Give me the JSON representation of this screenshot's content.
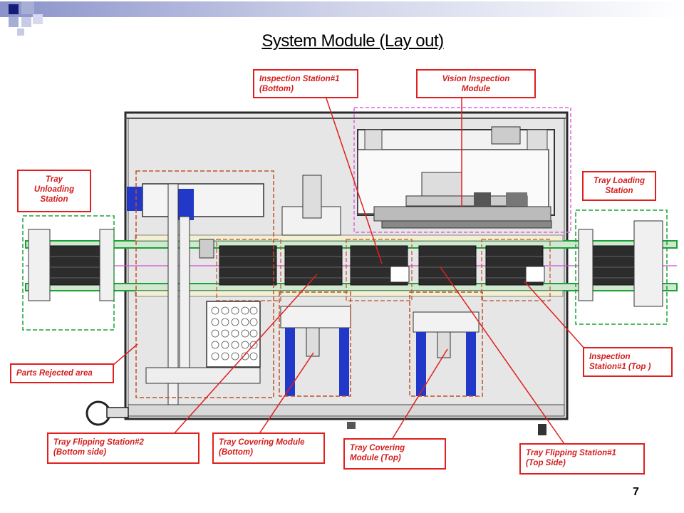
{
  "title": "System Module (Lay out)",
  "page_number": "7",
  "labels": {
    "inspection_station2": "Inspection Station#1\n(Bottom)",
    "vision_inspection": "Vision Inspection\nModule",
    "tray_unloading": "Tray\nUnloading\nStation",
    "tray_loading": "Tray Loading\nStation",
    "parts_rejected": "Parts Rejected  area",
    "inspection_station1_top": "Inspection\nStation#1 (Top )",
    "tray_flipping2": "Tray Flipping Station#2\n(Bottom side)",
    "tray_covering_bottom": "Tray Covering Module\n(Bottom)",
    "tray_covering_top": "Tray Covering\nModule (Top)",
    "tray_flipping1": "Tray Flipping Station#1\n(Top Side)"
  },
  "colors": {
    "accent": "#e0201e",
    "frame": "#2a2a2a",
    "rail_green": "#1aa336",
    "blue": "#2238c8",
    "deco": "#1f2a8a"
  }
}
